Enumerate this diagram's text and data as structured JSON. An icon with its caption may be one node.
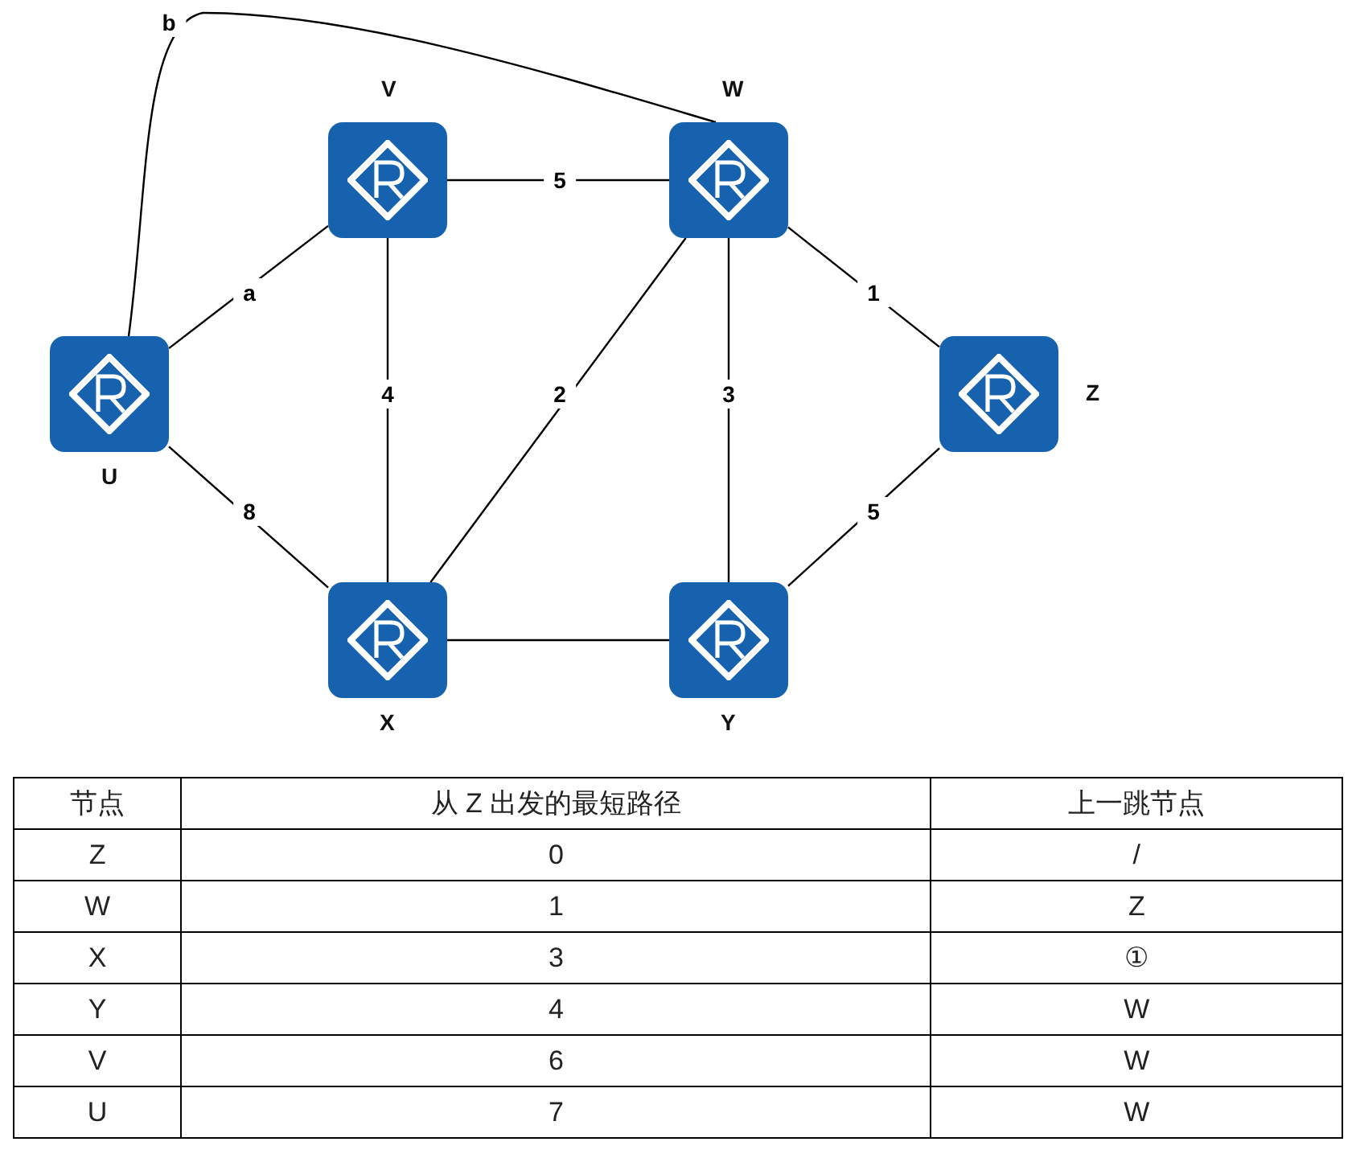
{
  "diagram": {
    "nodes": [
      {
        "text": [
          "V"
        ]
      },
      {
        "text": [
          "W"
        ]
      },
      {
        "text": [
          "U"
        ]
      },
      {
        "text": [
          "Z"
        ]
      },
      {
        "text": [
          "X"
        ]
      },
      {
        "text": [
          "Y"
        ]
      }
    ],
    "edges": [
      {
        "from": 2,
        "to": 0,
        "arrow": "none",
        "label": "a"
      },
      {
        "from": 2,
        "to": 1,
        "arrow": "none",
        "label": "b"
      },
      {
        "from": 0,
        "to": 1,
        "arrow": "none",
        "label": "5"
      },
      {
        "from": 1,
        "to": 3,
        "arrow": "none",
        "label": "1"
      },
      {
        "from": 0,
        "to": 4,
        "arrow": "none",
        "label": "4"
      },
      {
        "from": 1,
        "to": 4,
        "arrow": "none",
        "label": "2"
      },
      {
        "from": 1,
        "to": 5,
        "arrow": "none",
        "label": "3"
      },
      {
        "from": 2,
        "to": 4,
        "arrow": "none",
        "label": "8"
      },
      {
        "from": 3,
        "to": 5,
        "arrow": "none",
        "label": "5"
      },
      {
        "from": 4,
        "to": 5,
        "arrow": "none"
      }
    ],
    "labels": [
      "节点",
      "从 Z 出发的最短路径",
      "上一跳节点",
      "Z",
      "0",
      "/",
      "W",
      "1",
      "Z",
      "X",
      "3",
      "①",
      "Y",
      "4",
      "W",
      "V",
      "6",
      "W",
      "U",
      "7",
      "W"
    ]
  }
}
